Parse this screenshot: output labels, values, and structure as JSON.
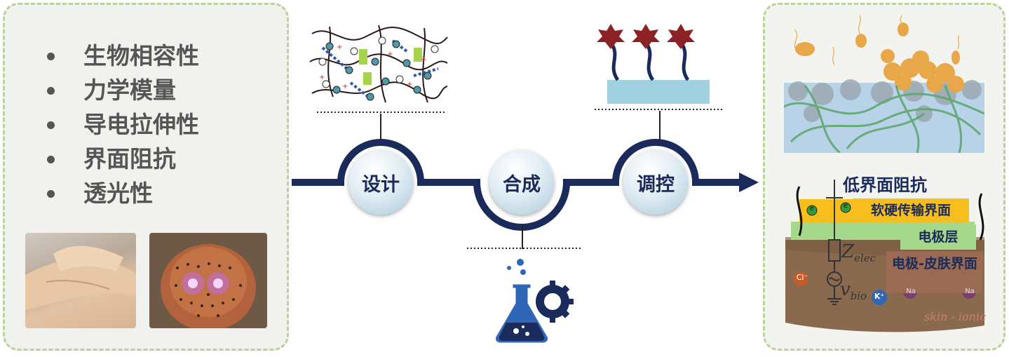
{
  "properties": [
    "生物相容性",
    "力学模量",
    "导电拉伸性",
    "界面阻抗",
    "透光性"
  ],
  "steps": {
    "design": "设计",
    "synthesis": "合成",
    "tuning": "调控"
  },
  "interface": {
    "low_impedance": "低界面阻抗",
    "soft_hard_interface": "软硬传输界面",
    "electrode_layer": "电极层",
    "electrode_skin_interface": "电极-皮肤界面",
    "z_label": "Z",
    "z_sub": "elec",
    "v_label": "v",
    "v_sub": "bio",
    "skin_label": "skin - ionic",
    "ions": {
      "cl": "Cl⁻",
      "k": "K⁺",
      "na1": "Na",
      "na2": "Na",
      "e1": "e",
      "e2": "e"
    }
  },
  "colors": {
    "navy": "#1a2a5a",
    "accent_blue": "#1f3f7a",
    "maroon": "#8b2226",
    "substrate": "#9fd1e0"
  }
}
